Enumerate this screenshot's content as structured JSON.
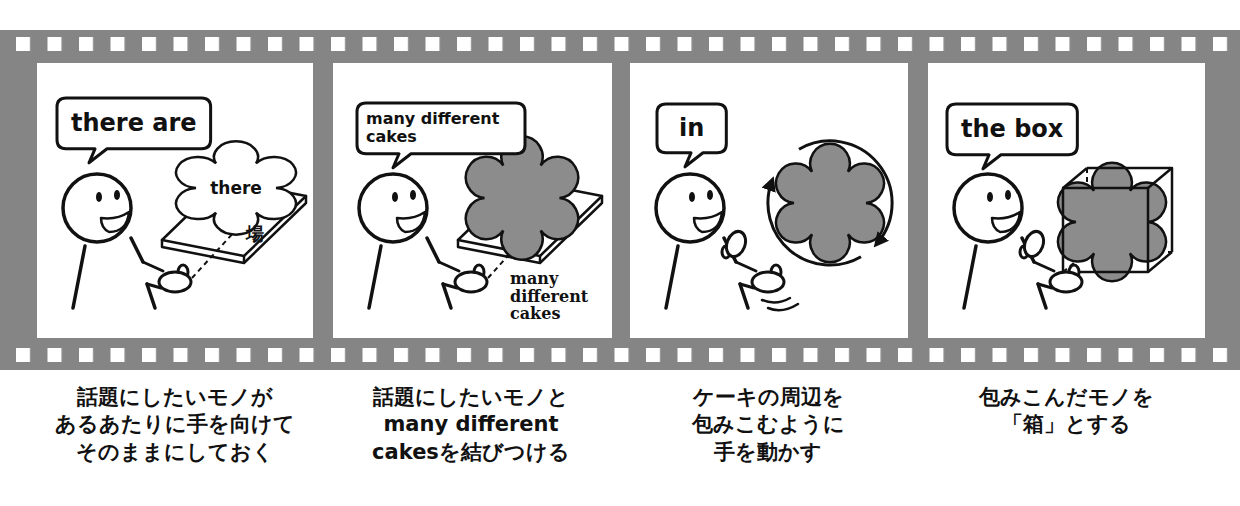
{
  "diagram": {
    "nodes": [
      {
        "text": [
          "there are"
        ]
      },
      {
        "text": [
          "there"
        ]
      },
      {
        "text": [
          "many different cakes"
        ]
      },
      {
        "text": [
          "in"
        ]
      },
      {
        "text": [
          "the box"
        ]
      }
    ],
    "labels": [
      "場",
      "many different cakes",
      "話題にしたいモノが あるあたりに手を向けて そのままにしておく",
      "話題にしたいモノと many different cakesを結びつける",
      "ケーキの周辺を 包みこむように 手を動かす",
      "包みこんだモノを 「箱」とする"
    ]
  }
}
